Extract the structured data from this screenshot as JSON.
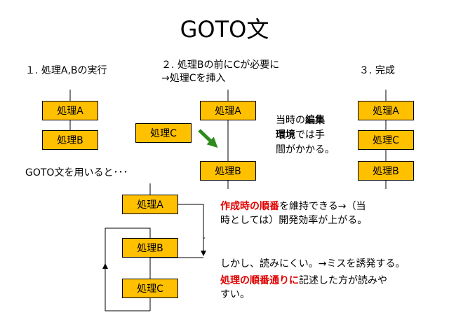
{
  "title": "GOTO文",
  "col1": {
    "heading": "１. 処理A,Bの実行",
    "box_a": "処理A",
    "box_b": "処理B"
  },
  "col2": {
    "heading_line1": "２. 処理Bの前にCが必要に",
    "heading_line2": "→処理Cを挿入",
    "box_a": "処理A",
    "box_b": "処理B",
    "box_c": "処理C"
  },
  "col3": {
    "heading": "３. 完成",
    "box_a": "処理A",
    "box_c": "処理C",
    "box_b": "処理B"
  },
  "edit_note": {
    "line1_prefix": "当時の",
    "line1_bold": "編集",
    "line2_bold": "環境",
    "line2_suffix": "では手",
    "line3": "間がかかる。"
  },
  "goto": {
    "heading": "GOTO文を用いると･･･",
    "box_a": "処理A",
    "box_b": "処理B",
    "box_c": "処理C"
  },
  "note1": {
    "red": "作成時の順番",
    "line1_suffix": "を維持できる→（当",
    "line2": "時としては）開発効率が上がる。"
  },
  "note2": {
    "text": "しかし、読みにくい。→ミスを誘発する。"
  },
  "note3": {
    "red": "処理の順番通りに",
    "line1_suffix": "記述した方が読みや",
    "line2": "すい。"
  },
  "colors": {
    "box_fill": "#FFC000",
    "arrow_green": "#2E8B1E",
    "emphasis_red": "#E00000"
  }
}
